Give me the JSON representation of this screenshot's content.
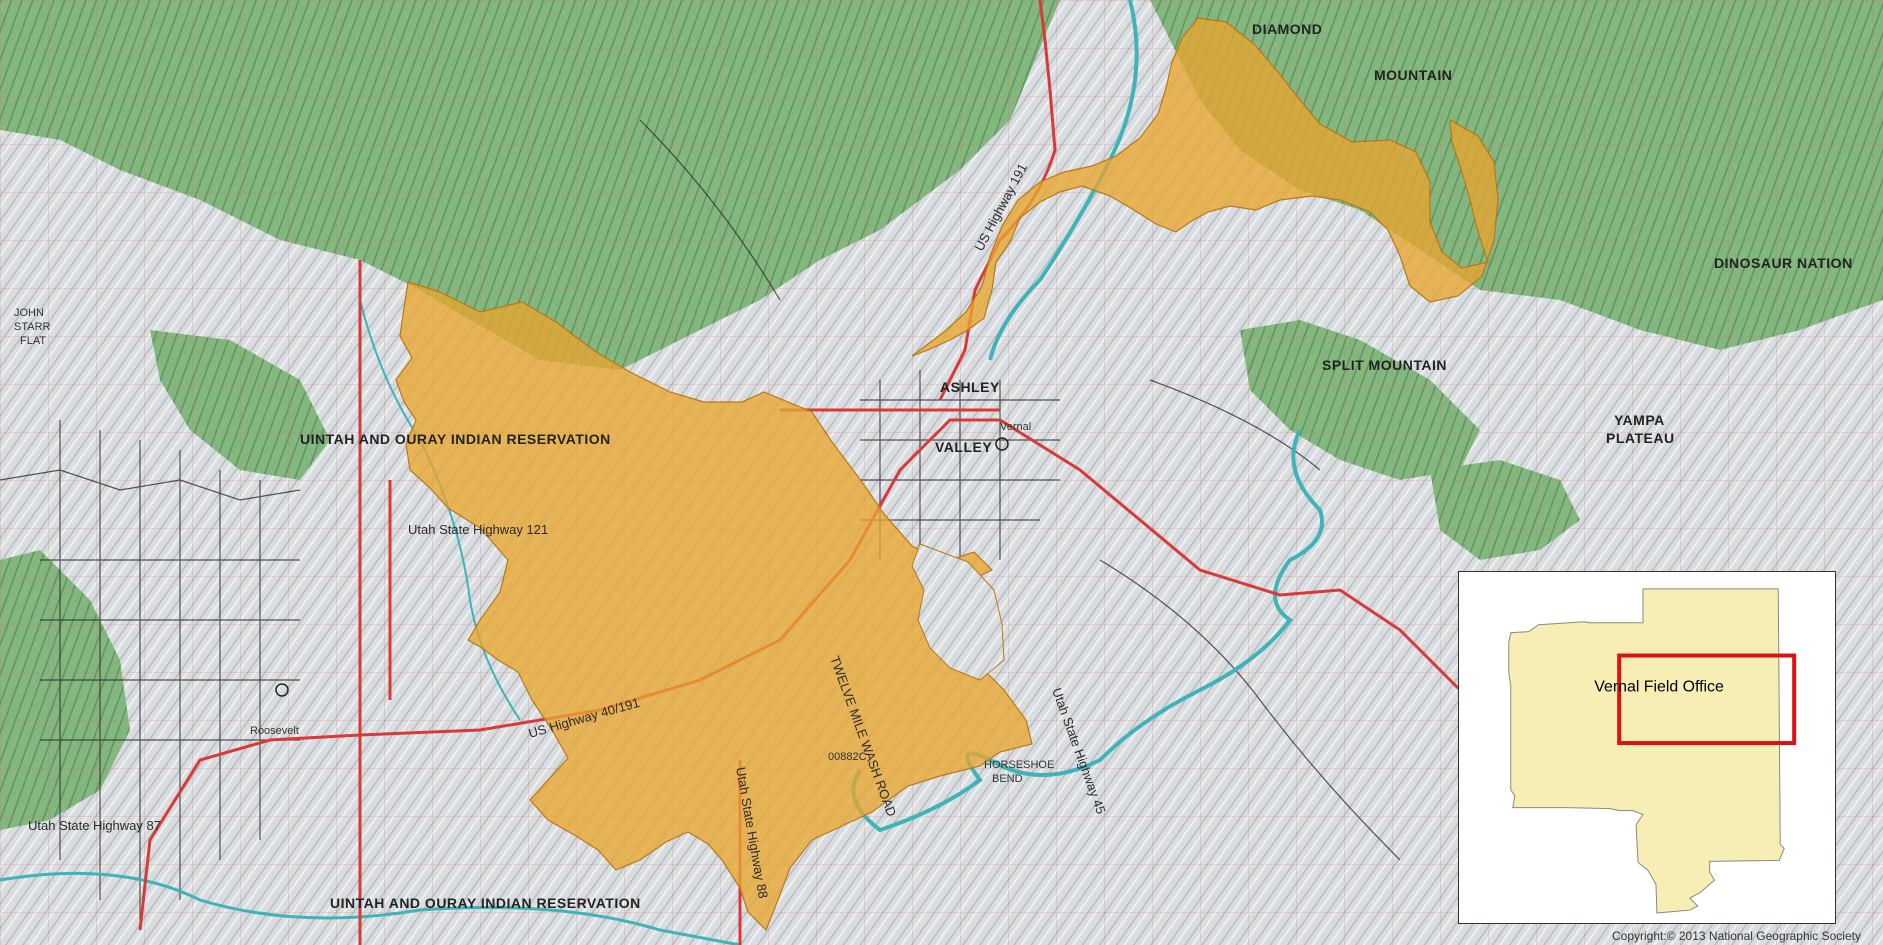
{
  "map": {
    "colors": {
      "terrain": "#d9dde0",
      "forest": "#6fa86a",
      "allotment": "#e8a530",
      "highway": "#d83a3a",
      "river": "#3fb3b8",
      "inset_area": "#f6eeb4",
      "inset_frame": "#e01010"
    },
    "place_labels": [
      "UINTAH AND OURAY INDIAN RESERVATION",
      "UINTAH AND OURAY INDIAN RESERVATION",
      "ASHLEY",
      "VALLEY",
      "SPLIT MOUNTAIN",
      "YAMPA",
      "PLATEAU",
      "DINOSAUR NATION",
      "DIAMOND",
      "MOUNTAIN",
      "HORSESHOE",
      "BEND",
      "JOHN",
      "STARR",
      "FLAT",
      "Vernal",
      "Roosevelt"
    ],
    "road_labels": {
      "us191_north": "US Highway 191",
      "sr121": "Utah State Highway 121",
      "us40": "US Highway 40/191",
      "sr87": "Utah State Highway 87",
      "sr88": "Utah State Highway 88",
      "twelve_mile": "TWELVE MILE WASH ROAD",
      "road_number": "00882C",
      "sr45": "Utah State Highway 45"
    },
    "copyright": "Copyright:© 2013 National Geographic Society"
  },
  "inset": {
    "label": "Vernal Field Office"
  }
}
